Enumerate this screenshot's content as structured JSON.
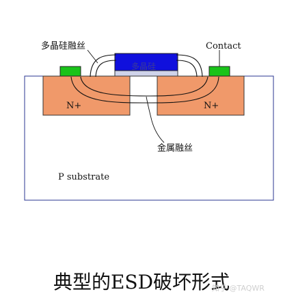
{
  "labels": {
    "poly_fuse": "多晶硅融丝",
    "contact": "Contact",
    "poly_gate": "多晶硅",
    "n_plus_left": "N+",
    "n_plus_right": "N+",
    "metal_fuse": "金属融丝",
    "substrate": "P substrate"
  },
  "caption": "典型的ESD破坏形式",
  "watermark": "知乎 @TAQWR",
  "colors": {
    "substrate_outline": "#2a3590",
    "n_plus_fill": "#f0996a",
    "contact_fill": "#19c319",
    "poly_gate_fill": "#1010dd",
    "gate_oxide_fill": "#cfd3ea",
    "text": "#111111"
  }
}
